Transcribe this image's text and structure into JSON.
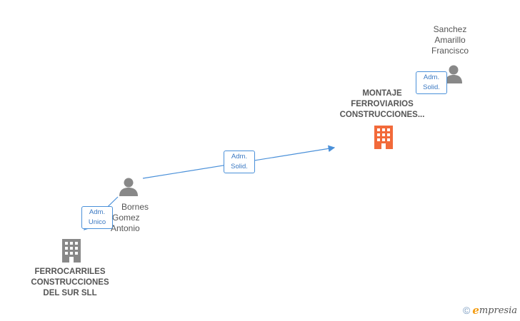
{
  "nodes": {
    "sanchez": {
      "lines": [
        "Sanchez",
        "Amarillo",
        "Francisco"
      ]
    },
    "montaje": {
      "lines": [
        "MONTAJE",
        "FERROVIARIOS",
        "CONSTRUCCIONES..."
      ]
    },
    "bornes": {
      "lines": [
        "Bornes",
        "Gomez",
        "Antonio"
      ]
    },
    "ferrocarriles": {
      "lines": [
        "FERROCARRILES",
        "CONSTRUCCIONES",
        "DEL SUR  SLL"
      ]
    }
  },
  "edges": {
    "sanchez_montaje": {
      "lines": [
        "Adm.",
        "Solid."
      ]
    },
    "bornes_montaje": {
      "lines": [
        "Adm.",
        "Solid."
      ]
    },
    "bornes_ferrocarriles": {
      "lines": [
        "Adm.",
        "Unico"
      ]
    }
  },
  "colors": {
    "highlight_company": "#f26a3a",
    "company": "#888888",
    "person": "#888888",
    "edge": "#4a90d9"
  },
  "brand": {
    "copyright": "©",
    "initial": "e",
    "name": "mpresia"
  }
}
